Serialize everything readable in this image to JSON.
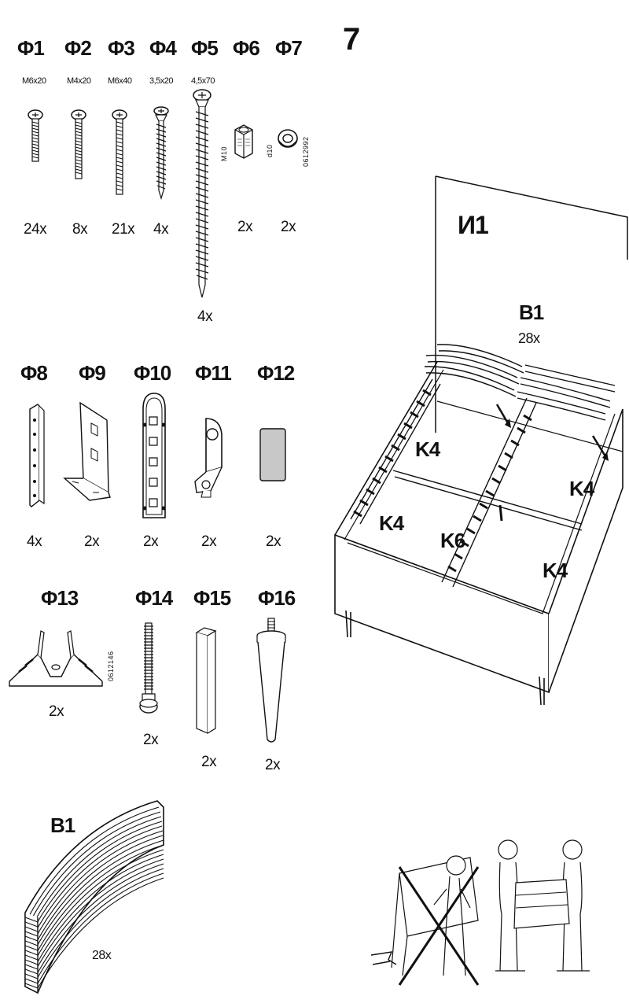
{
  "step_number": "7",
  "parts": [
    {
      "code": "Φ1",
      "spec": "M6x20",
      "qty": "24x"
    },
    {
      "code": "Φ2",
      "spec": "M4x20",
      "qty": "8x"
    },
    {
      "code": "Φ3",
      "spec": "M6x40",
      "qty": "21x"
    },
    {
      "code": "Φ4",
      "spec": "3,5x20",
      "qty": "4x"
    },
    {
      "code": "Φ5",
      "spec": "4,5x70",
      "qty": "4x"
    },
    {
      "code": "Φ6",
      "spec": "M10",
      "qty": "2x"
    },
    {
      "code": "Φ7",
      "spec": "d10",
      "qty": "2x",
      "part_no": "0612992"
    },
    {
      "code": "Φ8",
      "qty": "4x"
    },
    {
      "code": "Φ9",
      "qty": "2x"
    },
    {
      "code": "Φ10",
      "qty": "2x"
    },
    {
      "code": "Φ11",
      "qty": "2x"
    },
    {
      "code": "Φ12",
      "qty": "2x"
    },
    {
      "code": "Φ13",
      "qty": "2x",
      "part_no": "0612146"
    },
    {
      "code": "Φ14",
      "qty": "2x"
    },
    {
      "code": "Φ15",
      "qty": "2x"
    },
    {
      "code": "Φ16",
      "qty": "2x"
    }
  ],
  "slats": {
    "code": "B1",
    "qty": "28x"
  },
  "assembly": {
    "headboard": "И1",
    "slats_label": "B1",
    "slats_qty": "28x",
    "rail_left_top": "K4",
    "rail_left_bottom": "K4",
    "rail_right_top": "K4",
    "rail_right_bottom": "K4",
    "center_rail": "K6"
  }
}
